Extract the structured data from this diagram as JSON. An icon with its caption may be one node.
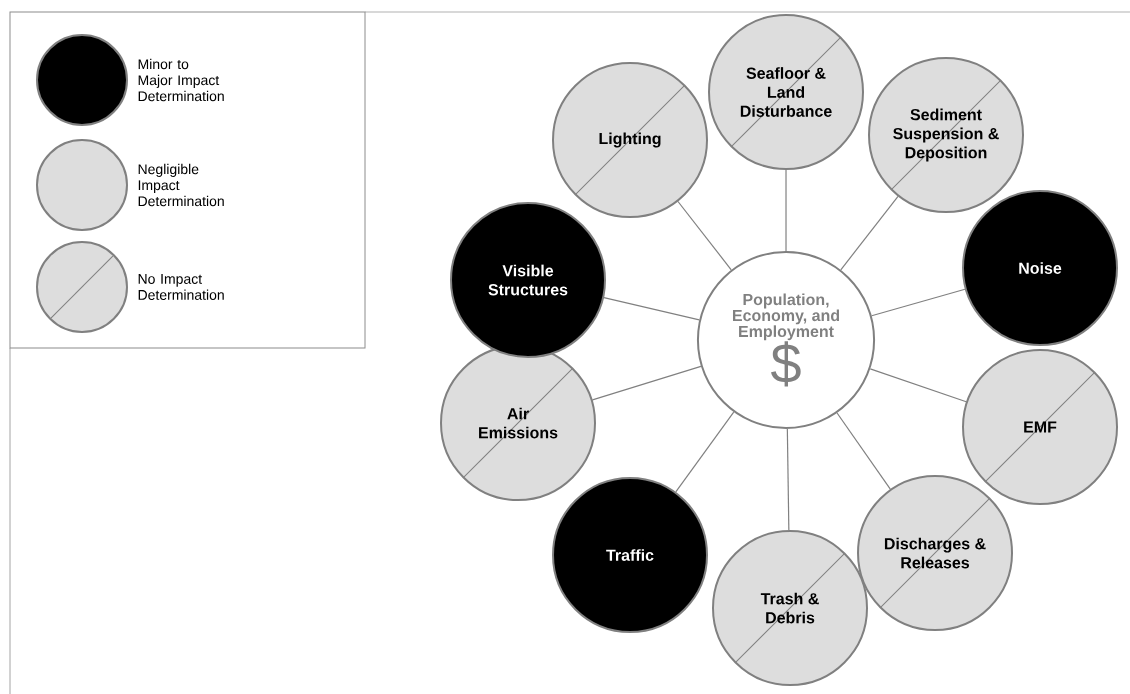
{
  "diagram": {
    "nodes": [
      {
        "text": [
          "Population, Economy, and Employment",
          "$"
        ]
      },
      {
        "text": [
          "Seafloor & Land Disturbance"
        ]
      },
      {
        "text": [
          "Sediment Suspension & Deposition"
        ]
      },
      {
        "text": [
          "Noise"
        ]
      },
      {
        "text": [
          "EMF"
        ]
      },
      {
        "text": [
          "Discharges & Releases"
        ]
      },
      {
        "text": [
          "Trash & Debris"
        ]
      },
      {
        "text": [
          "Traffic"
        ]
      },
      {
        "text": [
          "Air Emissions"
        ]
      },
      {
        "text": [
          "Visible Structures"
        ]
      },
      {
        "text": [
          "Lighting"
        ]
      }
    ],
    "edges": [
      {
        "from": 0,
        "to": 1,
        "arrow": "none"
      },
      {
        "from": 0,
        "to": 2,
        "arrow": "none"
      },
      {
        "from": 0,
        "to": 3,
        "arrow": "none"
      },
      {
        "from": 0,
        "to": 4,
        "arrow": "none"
      },
      {
        "from": 0,
        "to": 5,
        "arrow": "none"
      },
      {
        "from": 0,
        "to": 6,
        "arrow": "none"
      },
      {
        "from": 0,
        "to": 7,
        "arrow": "none"
      },
      {
        "from": 0,
        "to": 8,
        "arrow": "none"
      },
      {
        "from": 0,
        "to": 9,
        "arrow": "none"
      },
      {
        "from": 0,
        "to": 10,
        "arrow": "none"
      }
    ],
    "legend": [
      {
        "text": "Minor to Major Impact Determination",
        "color": "#000000"
      },
      {
        "text": "Negligible Impact Determination",
        "color": "#dddddd"
      },
      {
        "text": "No Impact Determination"
      }
    ]
  }
}
